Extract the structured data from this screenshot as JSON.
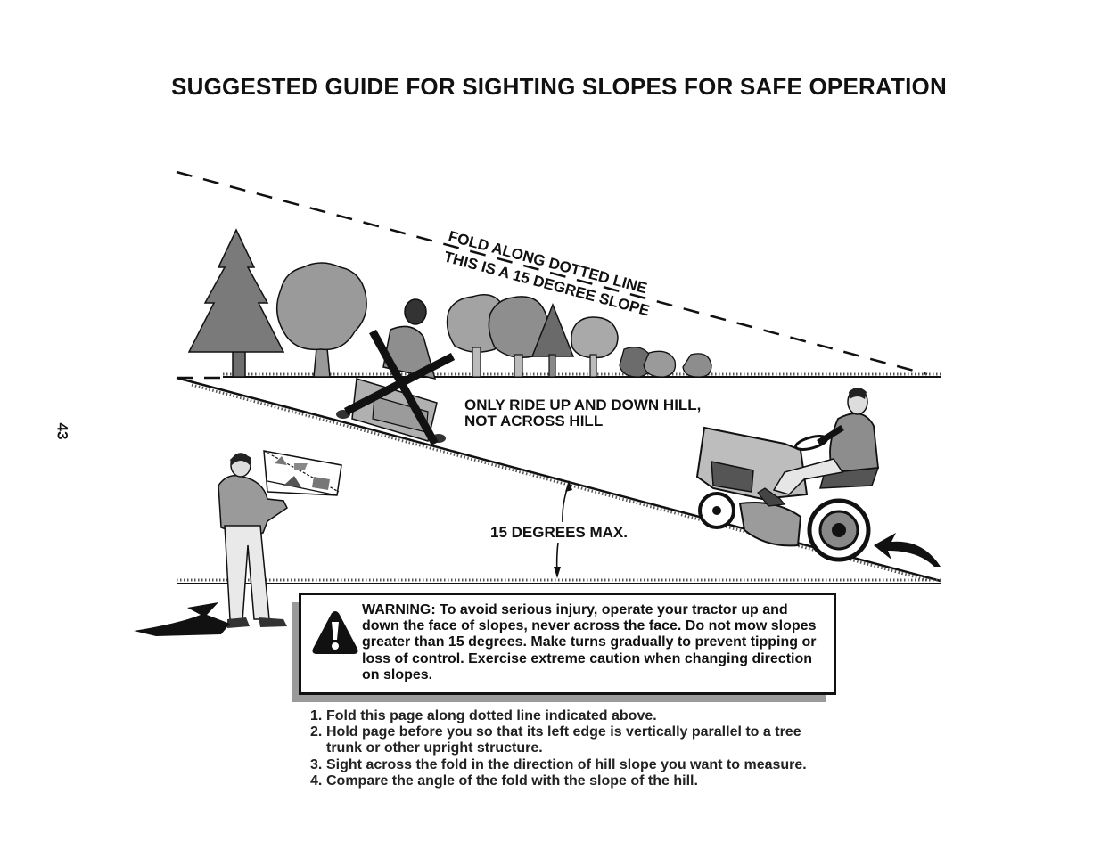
{
  "page": {
    "title": "SUGGESTED GUIDE FOR SIGHTING SLOPES FOR SAFE OPERATION",
    "page_number": "43"
  },
  "diagram": {
    "fold_line_label": "FOLD ALONG DOTTED LINE",
    "slope_label": "THIS IS A 15 DEGREE SLOPE",
    "ride_instruction_line1": "ONLY RIDE UP AND DOWN HILL,",
    "ride_instruction_line2": "NOT ACROSS HILL",
    "angle_label": "15 DEGREES MAX."
  },
  "warning": {
    "icon": "warning-triangle-icon",
    "text": "WARNING: To avoid serious injury, operate your tractor up and down the face of slopes, never across the face. Do not mow slopes greater than 15 degrees. Make turns gradually to prevent tipping or loss of control. Exercise extreme caution when changing direction on slopes."
  },
  "steps": [
    {
      "number": "1.",
      "text": "Fold this page along dotted line indicated above."
    },
    {
      "number": "2.",
      "text": "Hold page before you so that its left edge is vertically parallel to a tree trunk or other upright structure."
    },
    {
      "number": "3.",
      "text": "Sight across the fold in the direction of hill slope you want to measure."
    },
    {
      "number": "4.",
      "text": "Compare the angle of the fold with the slope of the hill."
    }
  ]
}
